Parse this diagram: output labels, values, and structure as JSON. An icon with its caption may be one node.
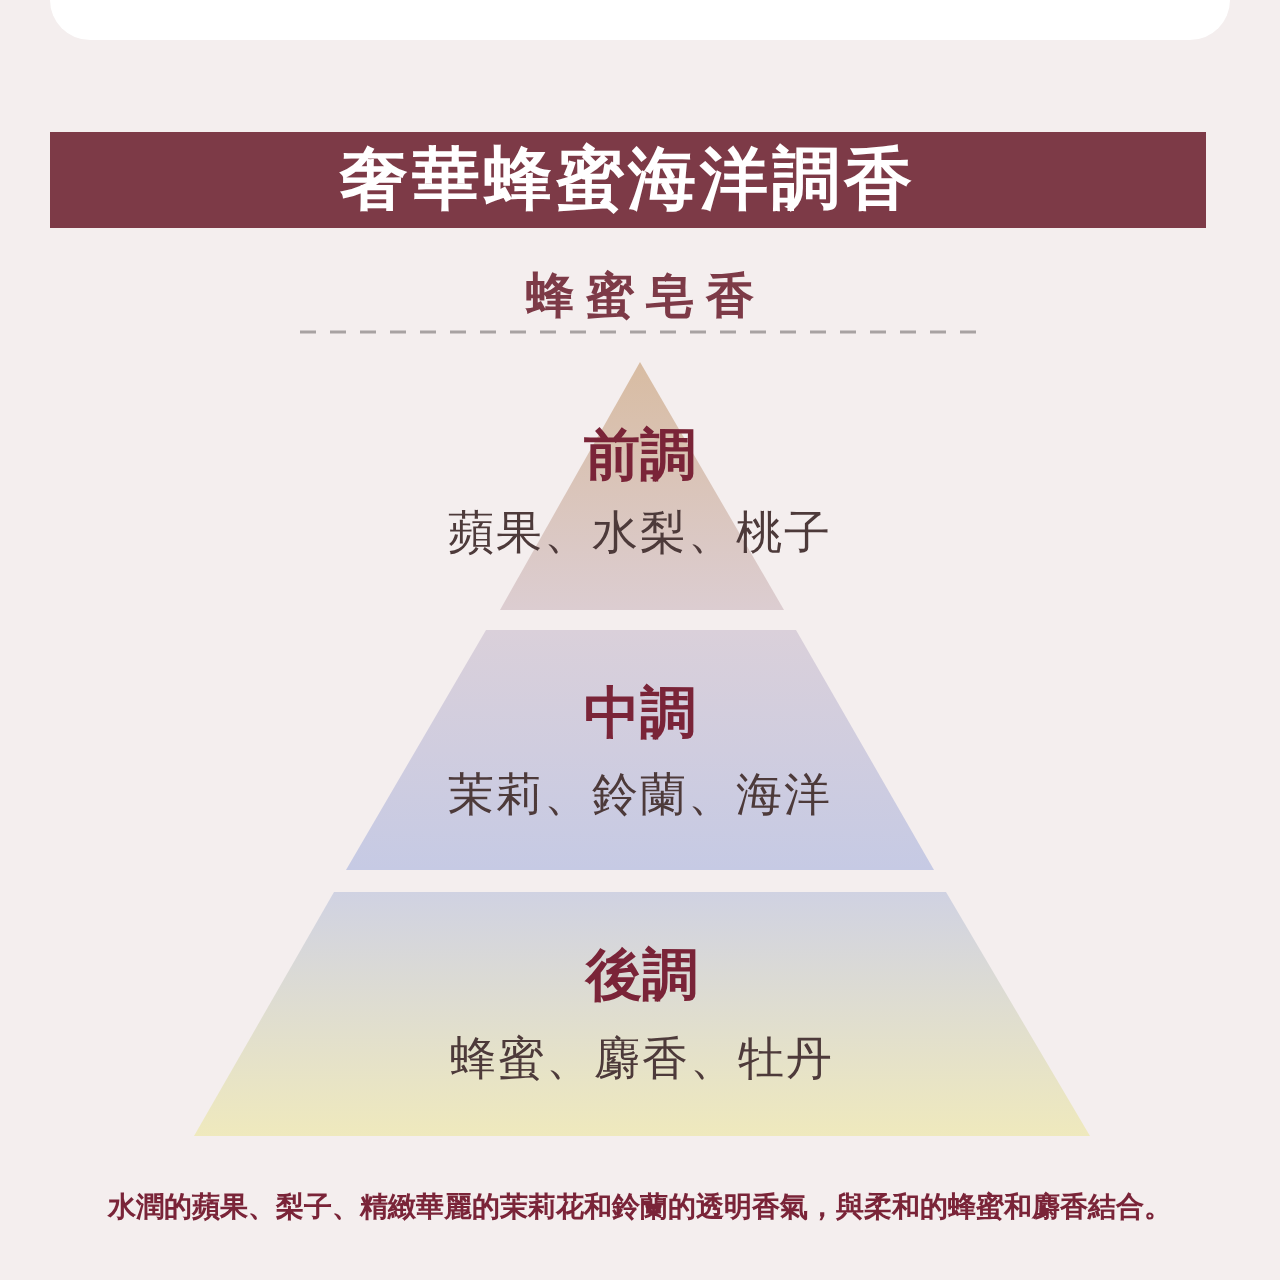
{
  "diagram": {
    "title": "奢華蜂蜜海洋調香",
    "caption": "水潤的蘋果、梨子、精緻華麗的茉莉花和鈴蘭的透明香氣，與柔和的蜂蜜和麝香結合。",
    "nodes": [
      {
        "text": [
          "前調",
          "蘋果、水梨、桃子"
        ]
      },
      {
        "text": [
          "中調",
          "茉莉、鈴蘭、海洋"
        ]
      },
      {
        "text": [
          "後調",
          "蜂蜜、麝香、牡丹"
        ]
      }
    ],
    "labels": [
      "蜂蜜皂香"
    ]
  }
}
